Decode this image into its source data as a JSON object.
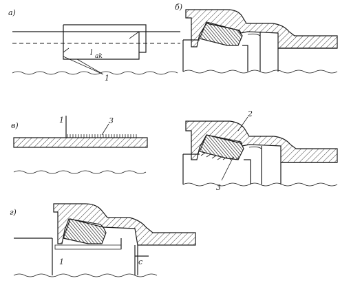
{
  "labels": {
    "panel_a": "а)",
    "panel_b": "б)",
    "panel_v": "в)",
    "panel_g": "г)",
    "l_ak": "l",
    "l_ak_sub": "ak",
    "one_a": "1",
    "one_v": "1",
    "three_v": "3",
    "two_b2": "2",
    "three_b2": "3",
    "one_g": "1",
    "c_g": "c"
  }
}
